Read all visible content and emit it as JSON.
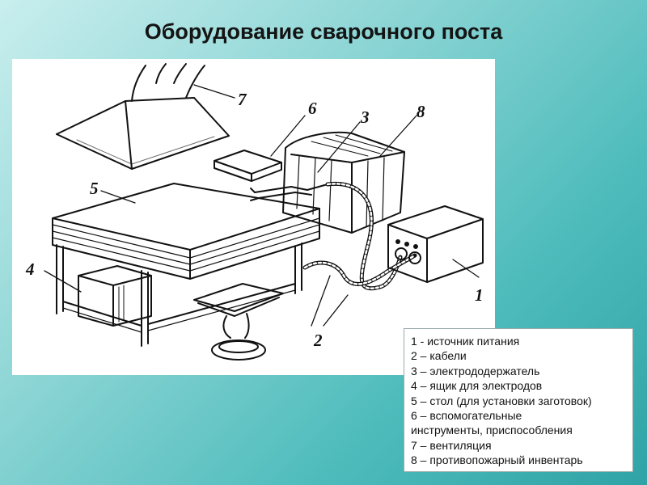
{
  "title": "Оборудование сварочного поста",
  "diagram": {
    "labels": {
      "l1": "1",
      "l2": "2",
      "l3": "3",
      "l4": "4",
      "l5": "5",
      "l6": "6",
      "l7": "7",
      "l8": "8"
    }
  },
  "legend": {
    "lines": [
      "1 - источник питания",
      "2 – кабели",
      "3 – электрододержатель",
      "4 – ящик для электродов",
      "5 – стол (для установки заготовок)",
      "6 – вспомогательные",
      "инструменты, приспособления",
      "7 – вентиляция",
      "8 – противопожарный инвентарь"
    ]
  }
}
